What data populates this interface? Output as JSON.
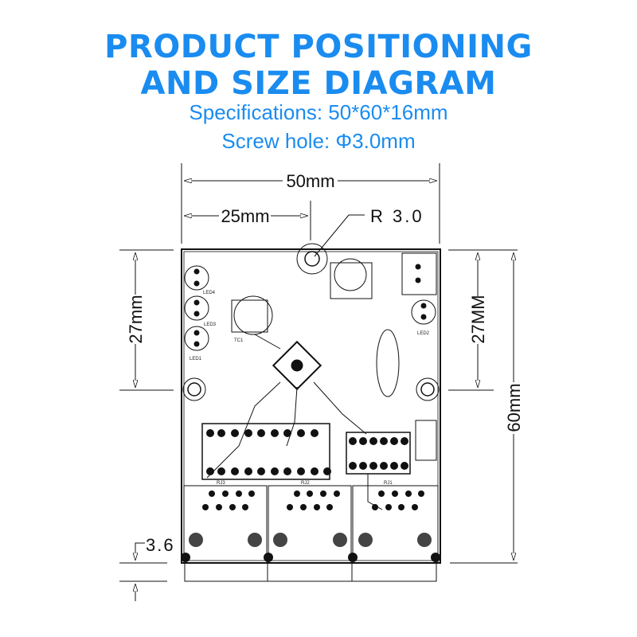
{
  "header": {
    "title_line1": "PRODUCT POSITIONING",
    "title_line2": "AND SIZE DIAGRAM",
    "specifications": "Specifications: 50*60*16mm",
    "screw_hole": "Screw hole: Φ3.0mm"
  },
  "dimensions": {
    "width_total": "50mm",
    "width_half": "25mm",
    "radius": "R 3.0",
    "height_left": "27mm",
    "height_right": "27MM",
    "height_total": "60mm",
    "offset": "3.6"
  },
  "board_labels": {
    "led1": "LED1",
    "led2": "LED2",
    "led3": "LED3",
    "led4": "LED4",
    "tc1": "TC1",
    "rj1": "RJ1",
    "rj2": "RJ2",
    "rj3": "RJ3"
  },
  "colors": {
    "title": "#1a8cf0",
    "line": "#111111"
  }
}
